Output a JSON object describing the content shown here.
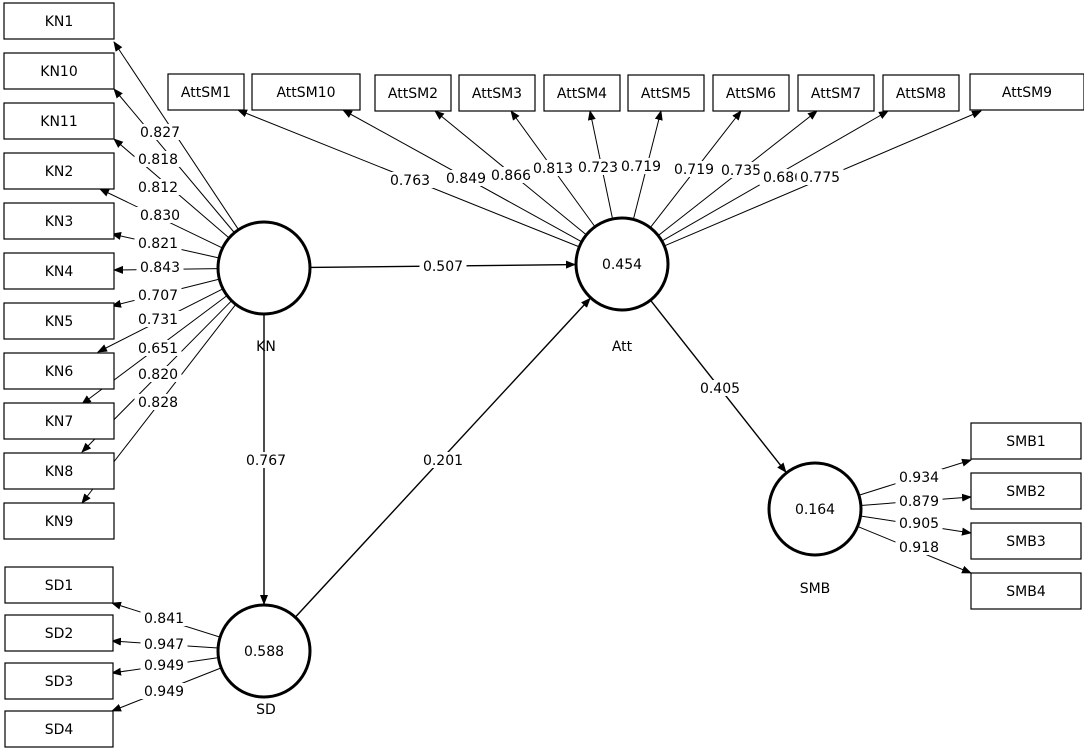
{
  "diagram": {
    "latent_variables": [
      {
        "id": "KN",
        "name": "KN",
        "r2": ""
      },
      {
        "id": "Att",
        "name": "Att",
        "r2": "0.454"
      },
      {
        "id": "SD",
        "name": "SD",
        "r2": "0.588"
      },
      {
        "id": "SMB",
        "name": "SMB",
        "r2": "0.164"
      }
    ],
    "indicators": {
      "KN": [
        {
          "label": "KN1",
          "loading": ""
        },
        {
          "label": "KN10",
          "loading": "0.827"
        },
        {
          "label": "KN11",
          "loading": "0.818"
        },
        {
          "label": "KN2",
          "loading": "0.812"
        },
        {
          "label": "KN3",
          "loading": "0.830"
        },
        {
          "label": "KN4",
          "loading": "0.821"
        },
        {
          "label": "KN5",
          "loading": "0.843"
        },
        {
          "label": "KN6",
          "loading": "0.707"
        },
        {
          "label": "KN7",
          "loading": "0.731"
        },
        {
          "label": "KN8",
          "loading": "0.651"
        },
        {
          "label": "KN9",
          "loading": "0.820"
        },
        {
          "label": "",
          "loading": "0.828"
        }
      ],
      "Att": [
        {
          "label": "AttSM1",
          "loading": "0.763"
        },
        {
          "label": "AttSM10",
          "loading": "0.849"
        },
        {
          "label": "AttSM2",
          "loading": "0.866"
        },
        {
          "label": "AttSM3",
          "loading": "0.813"
        },
        {
          "label": "AttSM4",
          "loading": "0.723"
        },
        {
          "label": "AttSM5",
          "loading": "0.719"
        },
        {
          "label": "AttSM6",
          "loading": "0.719"
        },
        {
          "label": "AttSM7",
          "loading": "0.735"
        },
        {
          "label": "AttSM8",
          "loading": "0.686"
        },
        {
          "label": "AttSM9",
          "loading": "0.775"
        }
      ],
      "SD": [
        {
          "label": "SD1",
          "loading": "0.841"
        },
        {
          "label": "SD2",
          "loading": "0.947"
        },
        {
          "label": "SD3",
          "loading": "0.949"
        },
        {
          "label": "SD4",
          "loading": "0.949"
        }
      ],
      "SMB": [
        {
          "label": "SMB1",
          "loading": "0.934"
        },
        {
          "label": "SMB2",
          "loading": "0.879"
        },
        {
          "label": "SMB3",
          "loading": "0.905"
        },
        {
          "label": "SMB4",
          "loading": "0.918"
        }
      ]
    },
    "paths": [
      {
        "from": "KN",
        "to": "Att",
        "coef": "0.507"
      },
      {
        "from": "KN",
        "to": "SD",
        "coef": "0.767"
      },
      {
        "from": "SD",
        "to": "Att",
        "coef": "0.201"
      },
      {
        "from": "Att",
        "to": "SMB",
        "coef": "0.405"
      }
    ]
  }
}
